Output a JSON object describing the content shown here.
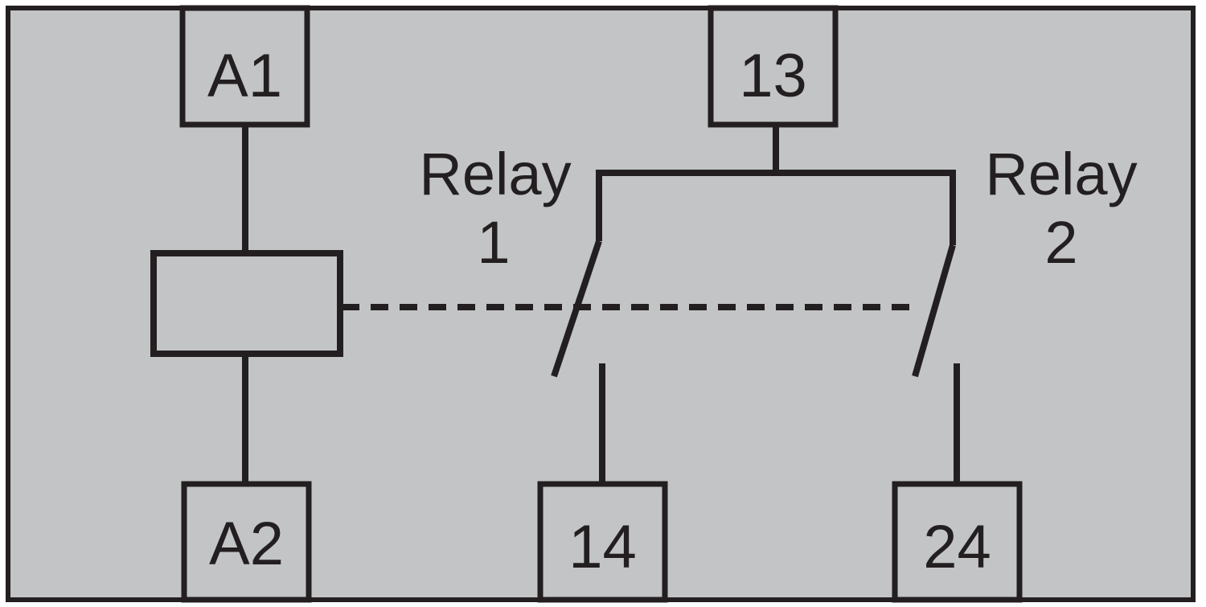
{
  "colors": {
    "background": "#c2c4c6",
    "line": "#231f20"
  },
  "terminals": {
    "a1": "A1",
    "a2": "A2",
    "t13": "13",
    "t14": "14",
    "t24": "24"
  },
  "relays": {
    "relay1": {
      "line1": "Relay",
      "line2": "1"
    },
    "relay2": {
      "line1": "Relay",
      "line2": "2"
    }
  }
}
